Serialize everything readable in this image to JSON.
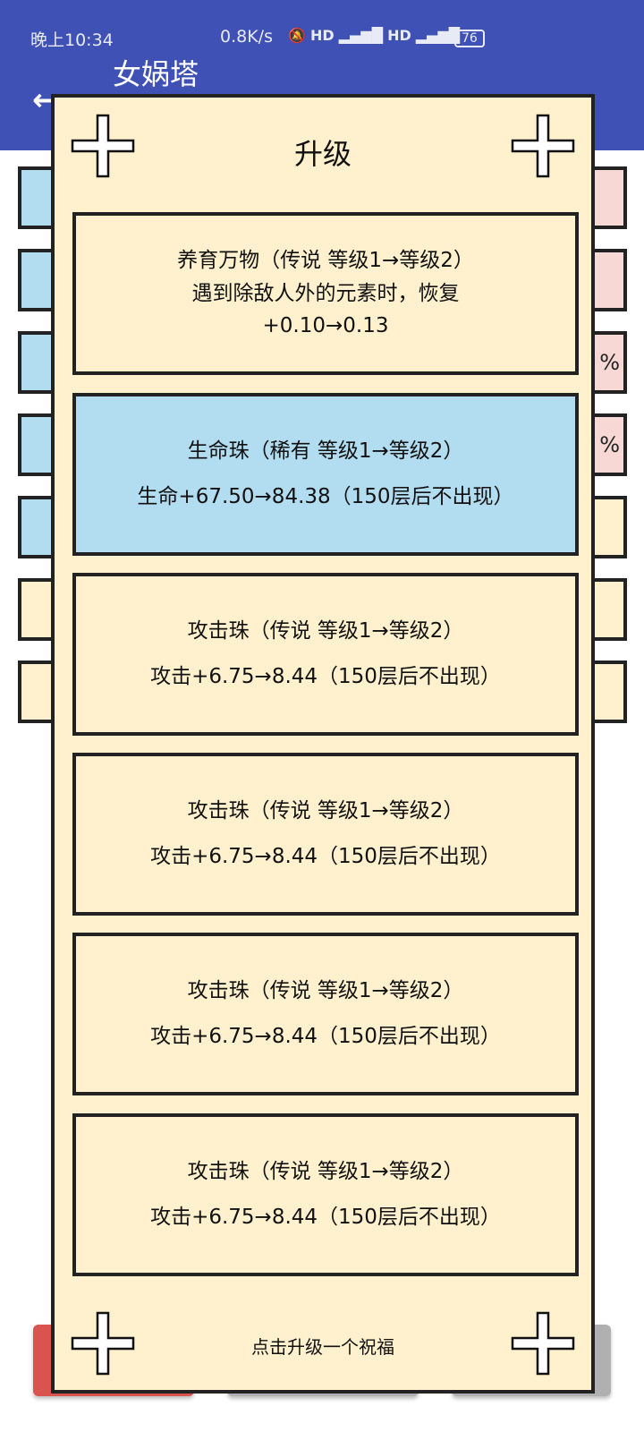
{
  "status_bar": {
    "time": "晚上10:34",
    "net_speed": "0.8K/s",
    "icons": [
      "bell-off-icon",
      "hd-icon",
      "signal-4g-icon",
      "hd-icon",
      "signal-4g-icon"
    ],
    "battery": "76"
  },
  "header": {
    "title": "女娲塔",
    "back_icon": "arrow-left-icon"
  },
  "background": {
    "right_marks": [
      "",
      "",
      "%",
      "%",
      "",
      "",
      ""
    ]
  },
  "dialog": {
    "title": "升级",
    "footer": "点击升级一个祝福",
    "cards": [
      {
        "title": "养育万物（传说 等级1→等级2）",
        "desc": "遇到除敌人外的元素时，恢复",
        "value": "+0.10→0.13",
        "color": "#fff1cd"
      },
      {
        "title": "生命珠（稀有 等级1→等级2）",
        "desc": "生命+67.50→84.38（150层后不出现）",
        "color": "#b2dcf0"
      },
      {
        "title": "攻击珠（传说 等级1→等级2）",
        "desc": "攻击+6.75→8.44（150层后不出现）",
        "color": "#fff1cd"
      },
      {
        "title": "攻击珠（传说 等级1→等级2）",
        "desc": "攻击+6.75→8.44（150层后不出现）",
        "color": "#fff1cd"
      },
      {
        "title": "攻击珠（传说 等级1→等级2）",
        "desc": "攻击+6.75→8.44（150层后不出现）",
        "color": "#fff1cd"
      },
      {
        "title": "攻击珠（传说 等级1→等级2）",
        "desc": "攻击+6.75→8.44（150层后不出现）",
        "color": "#fff1cd"
      }
    ]
  },
  "colors": {
    "header": "#3f51b5",
    "dialog": "#fff1cd",
    "rare": "#b2dcf0",
    "pink": "#f8d8d4",
    "red_button": "#d9534f",
    "gray_button": "#b0b0b0"
  }
}
